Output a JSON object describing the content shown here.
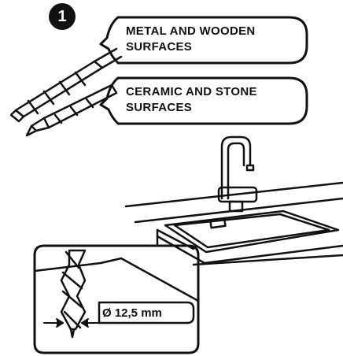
{
  "step": {
    "number": "1"
  },
  "callouts": [
    {
      "id": "metal",
      "text": "METAL AND WOODEN\nSURFACES"
    },
    {
      "id": "ceramic",
      "text": "CERAMIC AND STONE\nSURFACES"
    }
  ],
  "measurement": {
    "diameter_label": "Ø 12,5 mm"
  },
  "icons": [
    "drill-bit-metal-icon",
    "drill-bit-masonry-icon",
    "faucet-icon",
    "sink-icon",
    "drill-bit-detail-icon"
  ]
}
